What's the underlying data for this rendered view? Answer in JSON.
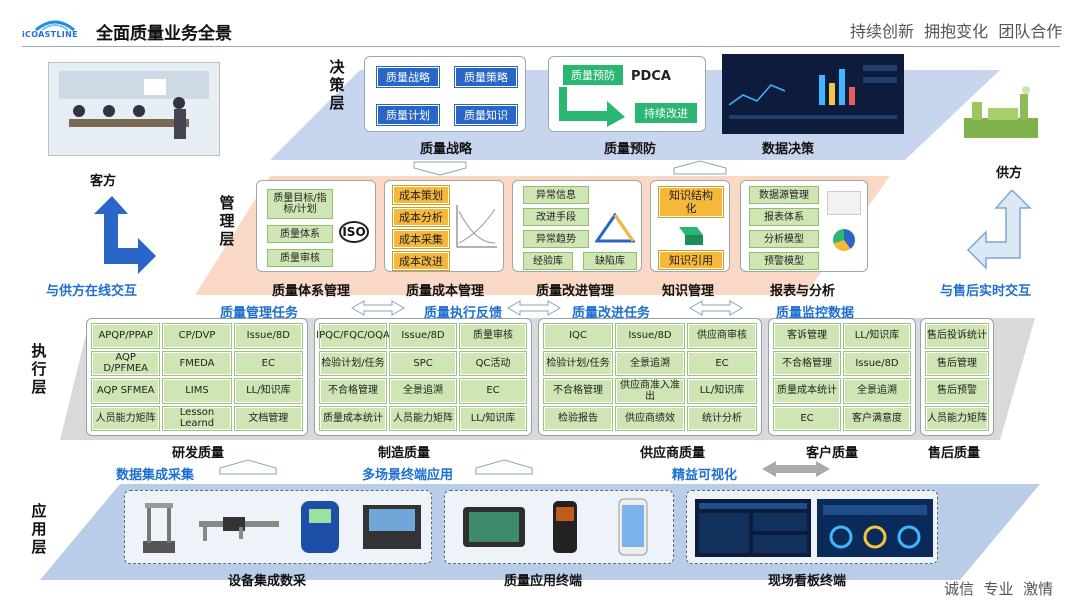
{
  "header": {
    "logo_text": "iCOASTLINE",
    "title": "全面质量业务全景",
    "slogan": "持续创新  拥抱变化  团队合作",
    "footer": "诚信  专业  激情"
  },
  "layers": {
    "decision": "决策层",
    "management": "管理层",
    "execution": "执行层",
    "application": "应用层"
  },
  "sides": {
    "customer": "客方",
    "supplier": "供方",
    "online_interact": "与供方在线交互",
    "after_sales": "与售后实时交互"
  },
  "decision": {
    "strategy": {
      "items": [
        "质量战略",
        "质量策略",
        "质量计划",
        "质量知识"
      ],
      "label": "质量战略"
    },
    "prevention": {
      "items": [
        "质量预防",
        "PDCA",
        "持续改进"
      ],
      "label": "质量预防"
    },
    "data": {
      "label": "数据决策"
    }
  },
  "management": {
    "system": {
      "items": [
        "质量目标/指标/计划",
        "质量体系",
        "质量审核"
      ],
      "badge": "ISO",
      "label": "质量体系管理"
    },
    "cost": {
      "items": [
        "成本策划",
        "成本分析",
        "成本采集",
        "成本改进"
      ],
      "label": "质量成本管理"
    },
    "improve": {
      "items": [
        "异常信息",
        "改进手段",
        "异常趋势",
        "经验库",
        "缺陷库"
      ],
      "label": "质量改进管理"
    },
    "knowledge": {
      "items": [
        "知识结构化",
        "知识引用"
      ],
      "label": "知识管理"
    },
    "report": {
      "items": [
        "数据源管理",
        "报表体系",
        "分析模型",
        "预警模型"
      ],
      "label": "报表与分析"
    }
  },
  "flow": {
    "task": "质量管理任务",
    "feedback": "质量执行反馈",
    "improve_task": "质量改进任务",
    "monitor": "质量监控数据"
  },
  "execution": {
    "rd": {
      "cells": [
        "APQP/PPAP",
        "CP/DVP",
        "Issue/8D",
        "AQP D/PFMEA",
        "FMEDA",
        "EC",
        "AQP SFMEA",
        "LIMS",
        "LL/知识库",
        "人员能力矩阵",
        "Lesson Learnd",
        "文档管理"
      ],
      "label": "研发质量"
    },
    "mfg": {
      "cells": [
        "IPQC/FQC/OQA",
        "Issue/8D",
        "质量审核",
        "检验计划/任务",
        "SPC",
        "QC活动",
        "不合格管理",
        "全景追溯",
        "EC",
        "质量成本统计",
        "人员能力矩阵",
        "LL/知识库"
      ],
      "label": "制造质量"
    },
    "supplier": {
      "cells": [
        "IQC",
        "Issue/8D",
        "供应商审核",
        "检验计划/任务",
        "全景追溯",
        "EC",
        "不合格管理",
        "供应商准入准出",
        "LL/知识库",
        "检验报告",
        "供应商绩效",
        "统计分析"
      ],
      "label": "供应商质量"
    },
    "customer": {
      "cells": [
        "客诉管理",
        "LL/知识库",
        "不合格管理",
        "Issue/8D",
        "质量成本统计",
        "全景追溯",
        "EC",
        "客户满意度"
      ],
      "label": "客户质量"
    },
    "aftersales": {
      "cells": [
        "售后投诉统计",
        "售后管理",
        "售后预警",
        "人员能力矩阵"
      ],
      "label": "售后质量"
    }
  },
  "appflow": {
    "collect": "数据集成采集",
    "multi": "多场景终端应用",
    "lean": "精益可视化"
  },
  "application": {
    "device": "设备集成数采",
    "terminal": "质量应用终端",
    "board": "现场看板终端"
  }
}
